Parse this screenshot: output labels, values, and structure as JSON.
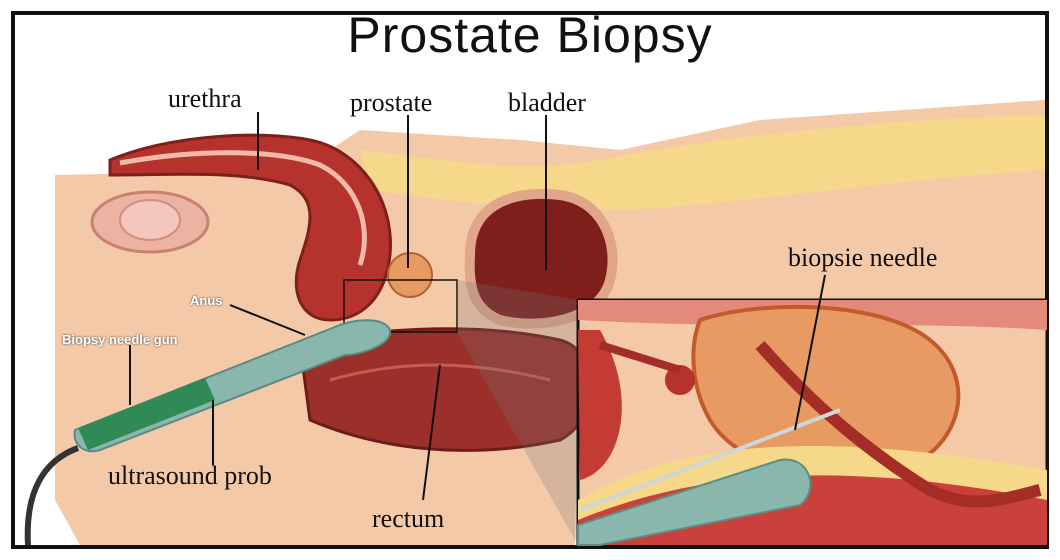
{
  "title": "Prostate Biopsy",
  "labels": {
    "urethra": "urethra",
    "prostate": "prostate",
    "bladder": "bladder",
    "biopsie_needle": "biopsie needle",
    "anus": "Anus",
    "biopsy_needle_gun": "Biopsy needle gun",
    "ultrasound_prob": "ultrasound prob",
    "rectum": "rectum"
  },
  "colors": {
    "frame": "#111111",
    "skin": "#f3c9a8",
    "tissue_red": "#b5332c",
    "dark_red": "#7e1f1c",
    "fat_yellow": "#f5d88a",
    "probe_teal": "#8ab7ad",
    "probe_green": "#2f8a55",
    "prostate_orange": "#e89a63"
  }
}
